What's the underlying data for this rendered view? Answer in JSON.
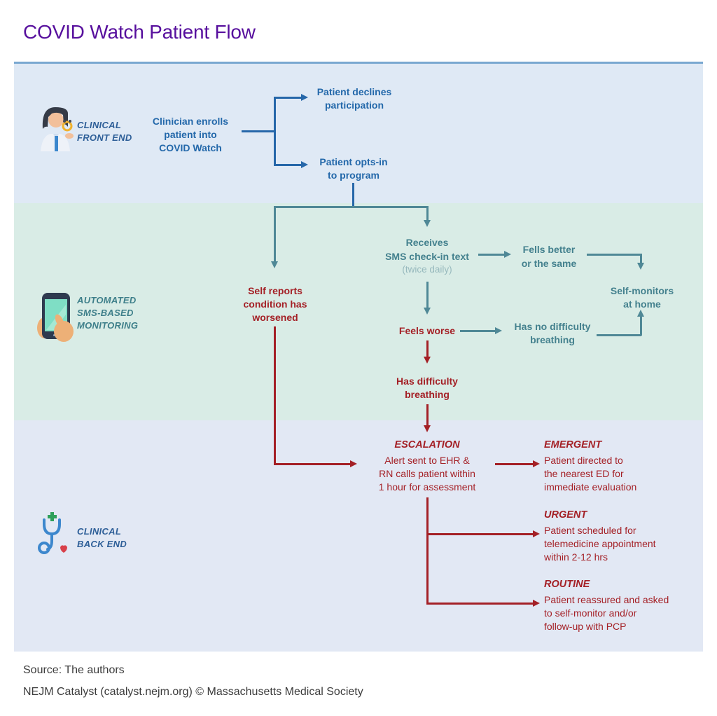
{
  "title": "COVID Watch Patient Flow",
  "sections": {
    "front_end": {
      "label": "CLINICAL\nFRONT END",
      "icon": "clinician-icon"
    },
    "monitoring": {
      "label": "AUTOMATED\nSMS-BASED\nMONITORING",
      "icon": "phone-sms-icon"
    },
    "back_end": {
      "label": "CLINICAL\nBACK END",
      "icon": "stethoscope-icon"
    }
  },
  "flow": {
    "enroll": "Clinician enrolls\npatient into\nCOVID Watch",
    "declines": "Patient declines\nparticipation",
    "opts_in": "Patient opts-in\nto program",
    "self_reports": "Self reports\ncondition has\nworsened",
    "receives": "Receives\nSMS check-in text",
    "receives_note": "(twice daily)",
    "fells_better": "Fells better\nor the same",
    "self_monitors": "Self-monitors\nat home",
    "feels_worse": "Feels worse",
    "no_difficulty": "Has no difficulty\nbreathing",
    "difficulty": "Has difficulty\nbreathing",
    "escalation": {
      "title": "ESCALATION",
      "desc": "Alert sent to EHR &\nRN calls patient within\n1 hour for assessment"
    },
    "emergent": {
      "title": "EMERGENT",
      "desc": "Patient directed to\nthe nearest ED for\nimmediate evaluation"
    },
    "urgent": {
      "title": "URGENT",
      "desc": "Patient scheduled for\ntelemedicine appointment\nwithin 2-12 hrs"
    },
    "routine": {
      "title": "ROUTINE",
      "desc": "Patient reassured and asked\nto self-monitor and/or\nfollow-up with PCP"
    }
  },
  "footer": {
    "source": "Source: The authors",
    "credit": "NEJM Catalyst (catalyst.nejm.org) © Massachusetts Medical Society"
  },
  "colors": {
    "accent_purple": "#570f9d",
    "flow_blue": "#2368aa",
    "flow_teal": "#44818e",
    "flow_red": "#a42026",
    "band_front_end": "#dfe9f5",
    "band_monitoring": "#d9ece6",
    "band_back_end": "#e2e8f4",
    "top_border": "#79a8d0"
  }
}
